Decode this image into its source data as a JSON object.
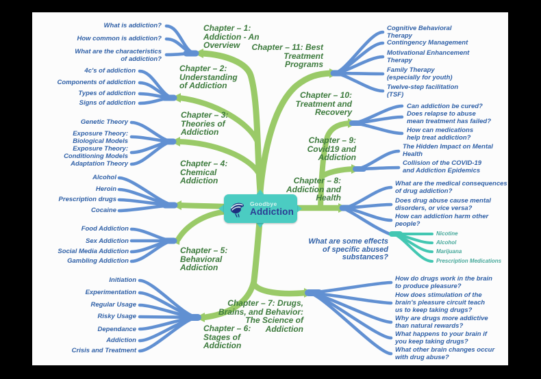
{
  "colors": {
    "background": "#000000",
    "canvas": "#fcfcfc",
    "green_branch": "#9aca68",
    "blue_branch": "#6190d2",
    "teal_branch": "#43c7b2",
    "chapter_text": "#3c7a3c",
    "leaf_text": "#2e5fa6",
    "teal_leaf_text": "#45a89a",
    "node_fill": "#4bccc2",
    "node_text": "#2b3c93"
  },
  "center_node": {
    "brand_line1": "Goodbye",
    "brand_line2": "Addiction",
    "icon": "dove-icon"
  },
  "chapters": [
    {
      "label": "Chapter – 1:\nAddiction - An\nOverview",
      "items": [
        "What is addiction?",
        "How common is addiction?",
        "What are the characteristics\nof addiction?"
      ]
    },
    {
      "label": "Chapter – 2:\nUnderstanding\nof Addiction",
      "items": [
        "4c's of addiction",
        "Components of addiction",
        "Types of addiction",
        "Signs of addiction"
      ]
    },
    {
      "label": "Chapter – 3:\nTheories of\nAddiction",
      "items": [
        "Genetic Theory",
        "Exposure Theory:\nBiological Models",
        "Exposure Theory:\nConditioning Models",
        "Adaptation Theory"
      ]
    },
    {
      "label": "Chapter – 4:\nChemical\nAddiction",
      "items": [
        "Alcohol",
        "Heroin",
        "Prescription drugs",
        "Cocaine"
      ]
    },
    {
      "label": "Chapter – 5:\nBehavioral\nAddiction",
      "items": [
        "Food Addiction",
        "Sex Addiction",
        "Social Media Addiction",
        "Gambling Addiction"
      ]
    },
    {
      "label": "Chapter – 6:\nStages of\nAddiction",
      "items": [
        "Initiation",
        "Experimentation",
        "Regular Usage",
        "Risky Usage",
        "Dependance",
        "Addiction",
        "Crisis and Treatment"
      ]
    },
    {
      "label": "Chapter – 7: Drugs,\nBrains, and Behavior:\nThe Science of\nAddiction",
      "items": [
        "How do drugs work in the brain\nto produce pleasure?",
        "How does stimulation of the\nbrain's pleasure circuit teach\nus to keep taking drugs?",
        "Why are drugs more addictive\nthan natural rewards?",
        "What happens to your brain if\nyou keep taking drugs?",
        "What other brain changes occur\nwith drug abuse?"
      ]
    },
    {
      "label": "Chapter – 8:\nAddiction and\nHealth",
      "items": [
        "What are the medical consequences\nof drug addiction?",
        "Does drug abuse cause mental\ndisorders, or vice versa?",
        "How can addiction harm other\npeople?"
      ],
      "subtopic": {
        "label": "What are some effects\nof specific abused\nsubstances?",
        "items": [
          "Nicotine",
          "Alcohol",
          "Marijuana",
          "Prescription Medications"
        ]
      }
    },
    {
      "label": "Chapter – 9:\nCovid19 and\nAddiction",
      "items": [
        "The Hidden Impact on Mental\nHealth",
        "Collision of the COVID-19\nand Addiction Epidemics"
      ]
    },
    {
      "label": "Chapter – 10:\nTreatment and\nRecovery",
      "items": [
        "Can addiction be cured?",
        "Does relapse to abuse\nmean treatment has failed?",
        "How can medications\nhelp treat addiction?"
      ]
    },
    {
      "label": "Chapter – 11: Best\nTreatment\nPrograms",
      "items": [
        "Cognitive Behavioral\nTherapy",
        "Contingency Management",
        "Motivational Enhancement\nTherapy",
        "Family Therapy\n(especially for youth)",
        "Twelve-step facilitation\n(TSF)"
      ]
    }
  ]
}
